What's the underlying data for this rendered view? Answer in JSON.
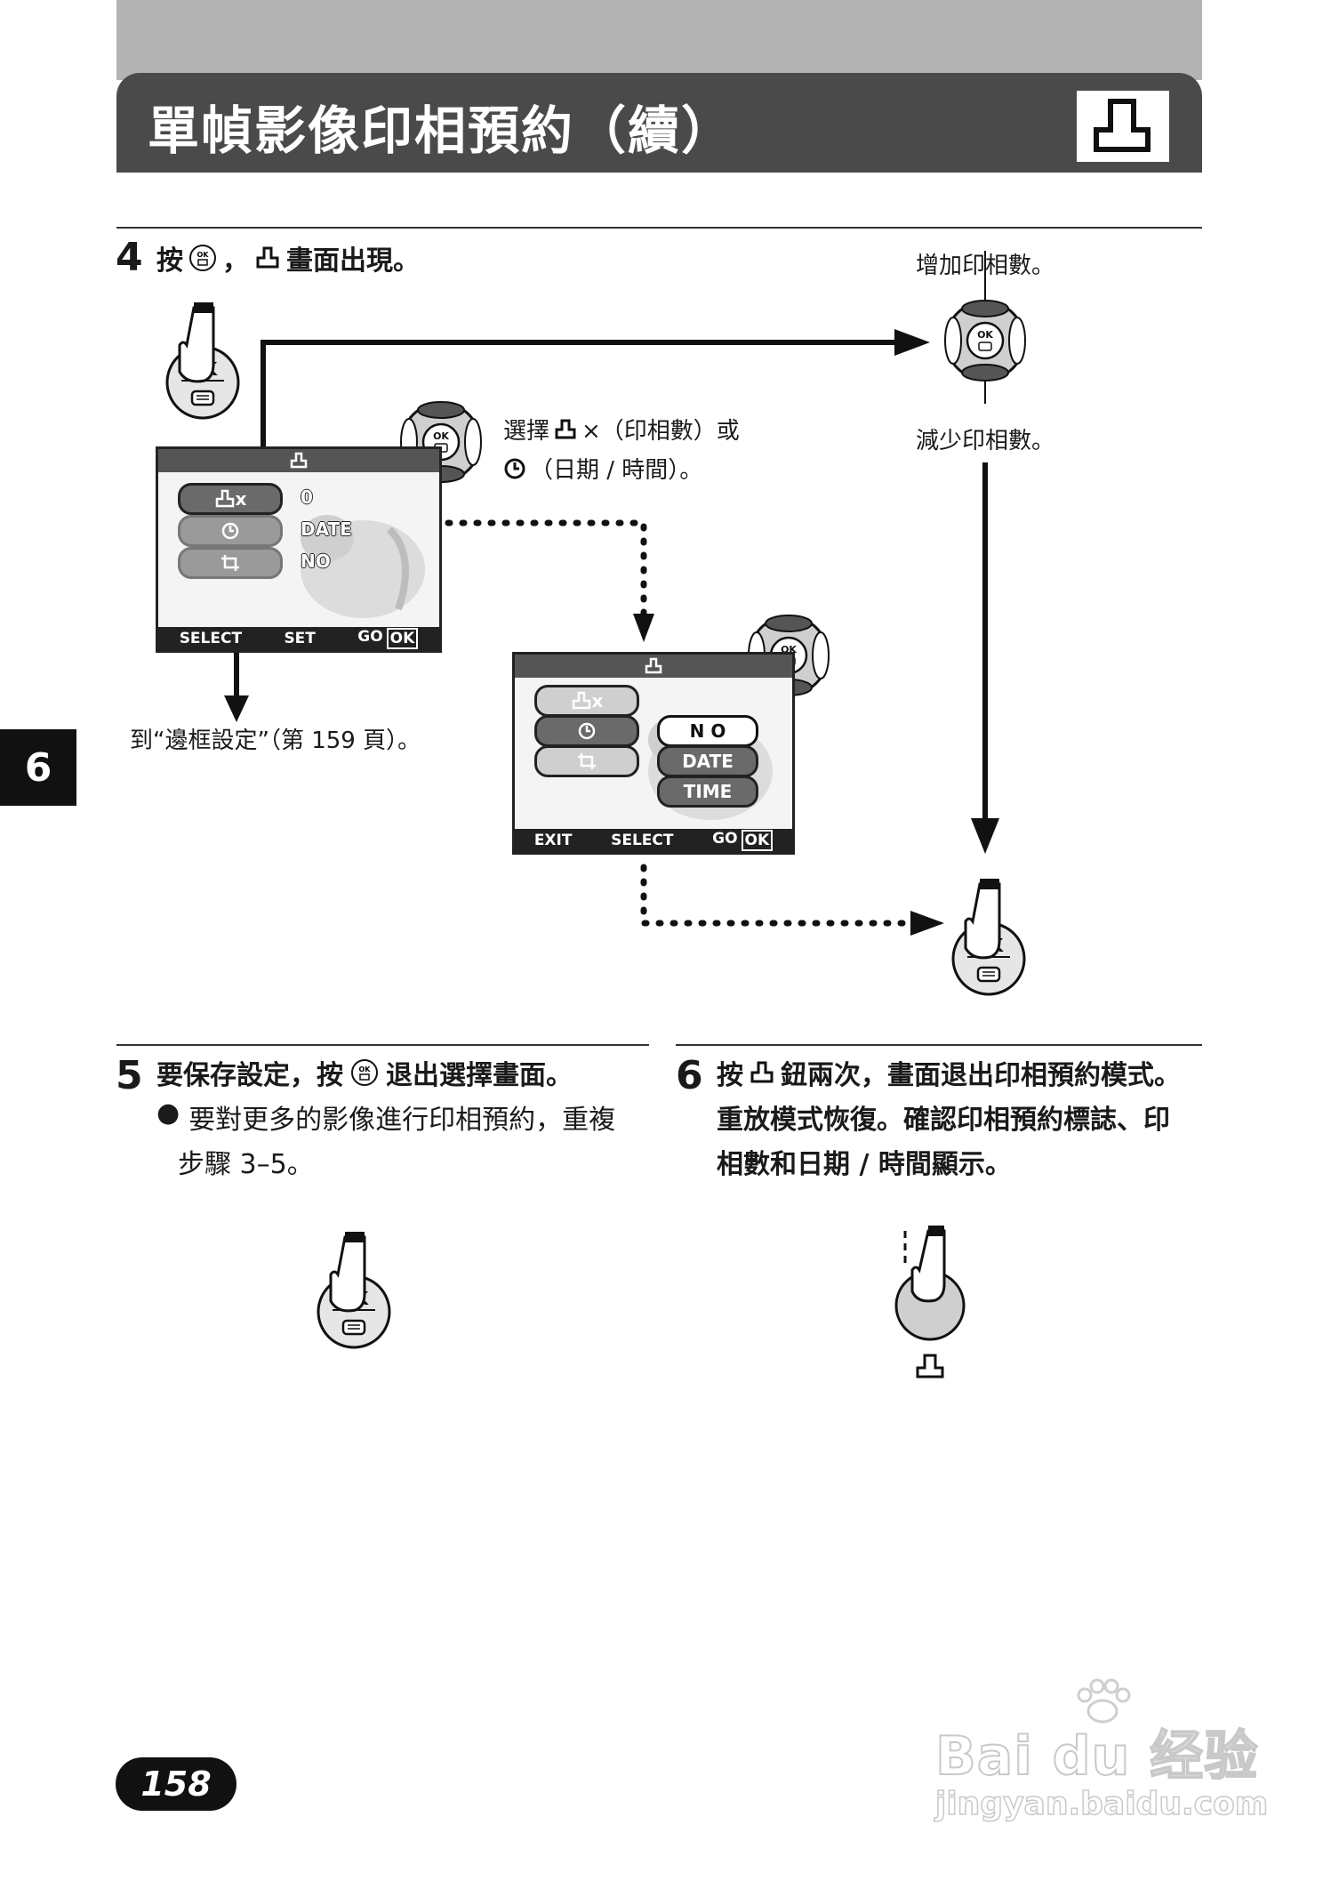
{
  "header": {
    "title": "單幀影像印相預約（續）",
    "icon": "print-icon"
  },
  "chapter_tab": "6",
  "step4": {
    "number": "4",
    "text_a": "按",
    "text_b": "，",
    "text_c": "畫面出現。",
    "increase_label": "增加印相數。",
    "decrease_label": "減少印相數。",
    "select_label_a": "選擇",
    "select_label_b": "×（印相數）或",
    "select_label_c": "（日期 / 時間）。",
    "border_link": "到“邊框設定”（第 159 頁）。",
    "screen1": {
      "count_label": "x",
      "count_value": "0",
      "date_value": "DATE",
      "border_value": "NO",
      "footer": [
        "SELECT",
        "SET",
        "GO",
        "OK"
      ]
    },
    "screen2": {
      "count_label": "x",
      "options": [
        "N O",
        "DATE",
        "TIME"
      ],
      "footer": [
        "EXIT",
        "SELECT",
        "GO",
        "OK"
      ]
    }
  },
  "step5": {
    "number": "5",
    "text_a": "要保存設定，按",
    "text_b": "退出選擇畫面。",
    "bullet": "●",
    "note_line1": "要對更多的影像進行印相預約，重複",
    "note_line2": "步驟 3–5。"
  },
  "step6": {
    "number": "6",
    "text_a": "按",
    "text_b": "鈕兩次，畫面退出印相預約模式。",
    "line2": "重放模式恢復。確認印相預約標誌、印",
    "line3": "相數和日期 / 時間顯示。"
  },
  "button_labels": {
    "ok": "OK"
  },
  "page_number": "158",
  "watermark": {
    "brand": "Bai du 经验",
    "url": "jingyan.baidu.com"
  }
}
